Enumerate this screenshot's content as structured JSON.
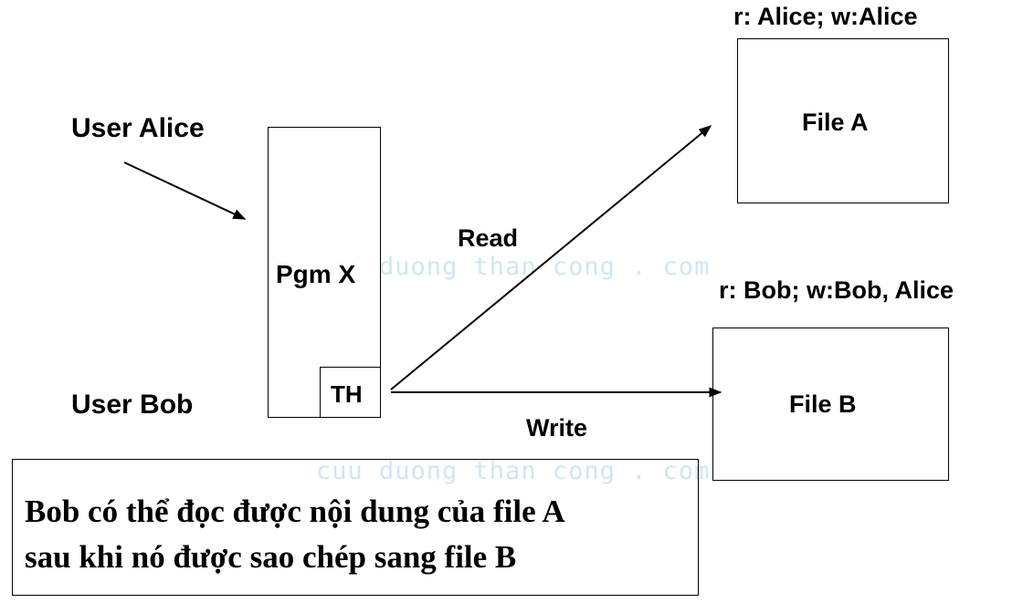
{
  "users": {
    "alice": "User Alice",
    "bob": "User Bob"
  },
  "program": {
    "label": "Pgm X",
    "th_label": "TH"
  },
  "arrows": {
    "read_label": "Read",
    "write_label": "Write"
  },
  "files": {
    "a": {
      "label": "File A",
      "permissions": "r: Alice; w:Alice"
    },
    "b": {
      "label": "File B",
      "permissions": "r: Bob; w:Bob, Alice"
    }
  },
  "watermark": "cuu duong than cong . com",
  "note": {
    "line1": "Bob có thể đọc được nội dung của file A",
    "line2": "sau khi nó được sao chép sang file B"
  },
  "colors": {
    "line": "#000000",
    "watermark": "#cfe6f4",
    "background": "#ffffff"
  }
}
